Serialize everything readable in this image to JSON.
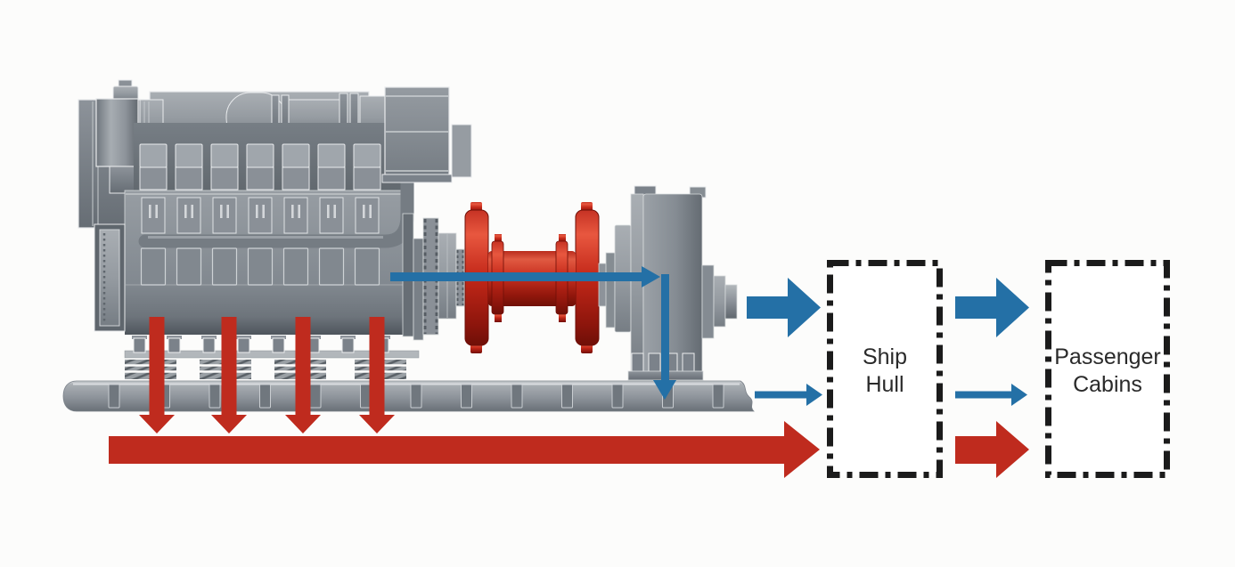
{
  "labels": {
    "ship_hull": {
      "line1": "Ship",
      "line2": "Hull"
    },
    "passenger_cabins": {
      "line1": "Passenger",
      "line2": "Cabins"
    }
  },
  "colors": {
    "background": "#fcfcfb",
    "arrow_blue": "#2470a6",
    "arrow_red": "#bf2b1e",
    "coupling_red_bright": "#e05741",
    "coupling_red_dark": "#6f0f07",
    "machine_gray_light": "#aab0b5",
    "machine_gray_mid": "#8a9097",
    "machine_gray_dark": "#555c63",
    "panel_outline": "#e8eaec",
    "box_border": "#1b1b1b",
    "label_text": "#2a2a2a"
  },
  "engine": {
    "cylinder_head_covers": 7,
    "injector_panels": 7,
    "crankcase_doors": 7,
    "spring_mount_groups": 4,
    "engine_feet": 8,
    "generator_feet": 4,
    "rail_slots": 13
  },
  "arrows": {
    "red_down_arrows": 4,
    "big_blue_arrows": 2,
    "thin_blue_arrows": 4,
    "big_red_arrows": 2
  }
}
